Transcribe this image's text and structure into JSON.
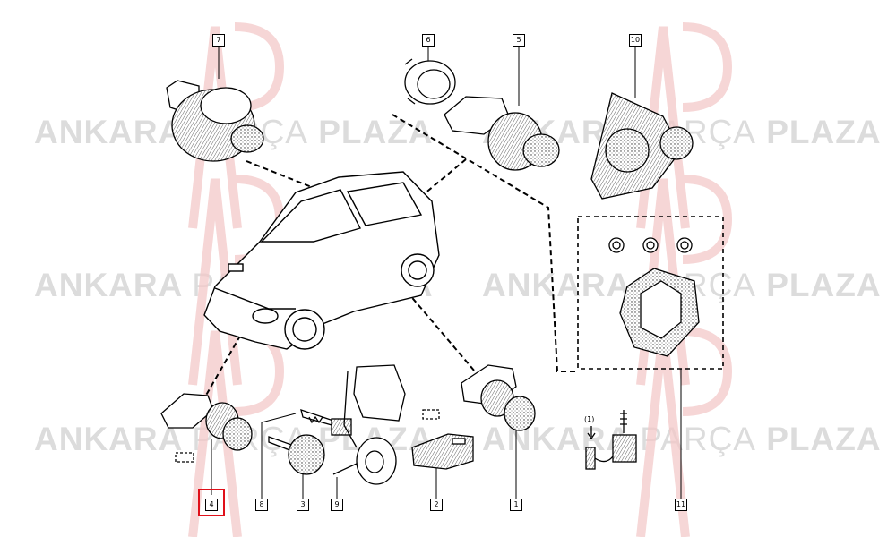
{
  "watermark": {
    "part1": "ANKARA",
    "part2": "PARÇA",
    "part3": "PLAZA"
  },
  "callouts": {
    "c7": "7",
    "c6": "6",
    "c5": "5",
    "c10": "10",
    "c4": "4",
    "c8": "8",
    "c3": "3",
    "c9": "9",
    "c2": "2",
    "c1": "1",
    "c11": "11"
  },
  "highlighted_callout": "4",
  "detail_label": "(1)",
  "colors": {
    "highlight": "#e0101a",
    "watermark": "#dcdcdc",
    "logo": "#f3c9c9"
  }
}
